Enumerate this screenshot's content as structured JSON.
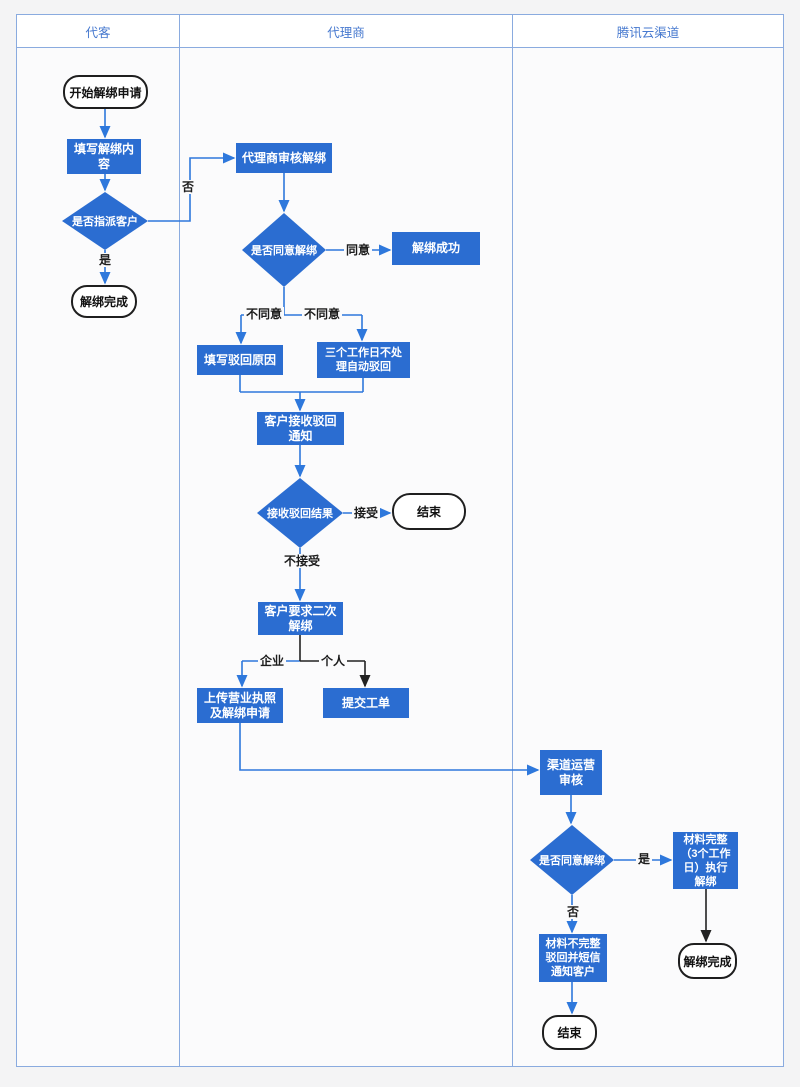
{
  "lanes": [
    {
      "label": "代客"
    },
    {
      "label": "代理商"
    },
    {
      "label": "腾讯云渠道"
    }
  ],
  "nodes": {
    "start": "开始解绑申请",
    "fill_unbind_content": "填写解绑内\n容",
    "assign_customer_decision": "是否指派客户",
    "unbind_done_agent": "解绑完成",
    "agent_review": "代理商审核解绑",
    "agent_agree_decision": "是否同意解绑",
    "unbind_success": "解绑成功",
    "fill_reject_reason": "填写驳回原因",
    "auto_reject": "三个工作日不处\n理自动驳回",
    "customer_receive_notice": "客户接收驳回\n通知",
    "receive_reject_result": "接收驳回结果",
    "end_agent_lane": "结束",
    "second_unbind_request": "客户要求二次\n解绑",
    "upload_license": "上传营业执照\n及解绑申请",
    "submit_ticket": "提交工单",
    "channel_review": "渠道运营\n审核",
    "channel_agree_decision": "是否同意解绑",
    "material_complete": "材料完整\n（3个工作\n日）执行\n解绑",
    "unbind_done_channel": "解绑完成",
    "material_incomplete": "材料不完整\n驳回并短信\n通知客户",
    "end_channel_lane": "结束"
  },
  "edges": {
    "no_assign": "否",
    "yes_assign": "是",
    "agree": "同意",
    "disagree_left": "不同意",
    "disagree_right": "不同意",
    "accept": "接受",
    "not_accept": "不接受",
    "enterprise": "企业",
    "personal": "个人",
    "yes_channel": "是",
    "no_channel": "否"
  },
  "colors": {
    "node_fill": "#2b6dd1",
    "connector_blue": "#2e78dc",
    "connector_black": "#222222",
    "lane_border": "#8aabdf",
    "header_text": "#4779cf",
    "frame_background": "#fbfbfc",
    "page_background": "#f4f4f5"
  }
}
